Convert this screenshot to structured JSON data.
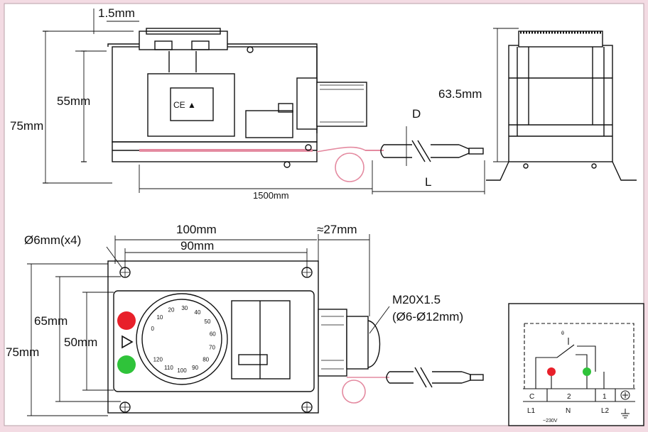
{
  "labels": {
    "thickness": "1.5mm",
    "side_height_55": "55mm",
    "side_height_75": "75mm",
    "capillary_length": "1500mm",
    "bulb_diameter": "D",
    "bulb_length": "L",
    "end_height": "63.5mm",
    "mount_holes": "Ø6mm(x4)",
    "width_100": "100mm",
    "width_90": "90mm",
    "gland_offset": "≈27mm",
    "front_height_65": "65mm",
    "front_height_50": "50mm",
    "front_height_75": "75mm",
    "gland_thread": "M20X1.5",
    "gland_range": "(Ø6-Ø12mm)",
    "ce_mark": "CE ▲"
  },
  "dial": {
    "numbers": [
      "0",
      "10",
      "20",
      "30",
      "40",
      "50",
      "60",
      "70",
      "80",
      "90",
      "100",
      "110",
      "120"
    ]
  },
  "wiring": {
    "term_c": "C",
    "term_2": "2",
    "term_1": "1",
    "line_l1": "L1",
    "line_n": "N",
    "line_l2": "L2",
    "voltage": "~230V",
    "contact_mark": "θ",
    "red_color": "#e8202a",
    "green_color": "#2fc33a"
  },
  "indicators": {
    "red_color": "#e8202a",
    "green_color": "#2fc33a"
  }
}
